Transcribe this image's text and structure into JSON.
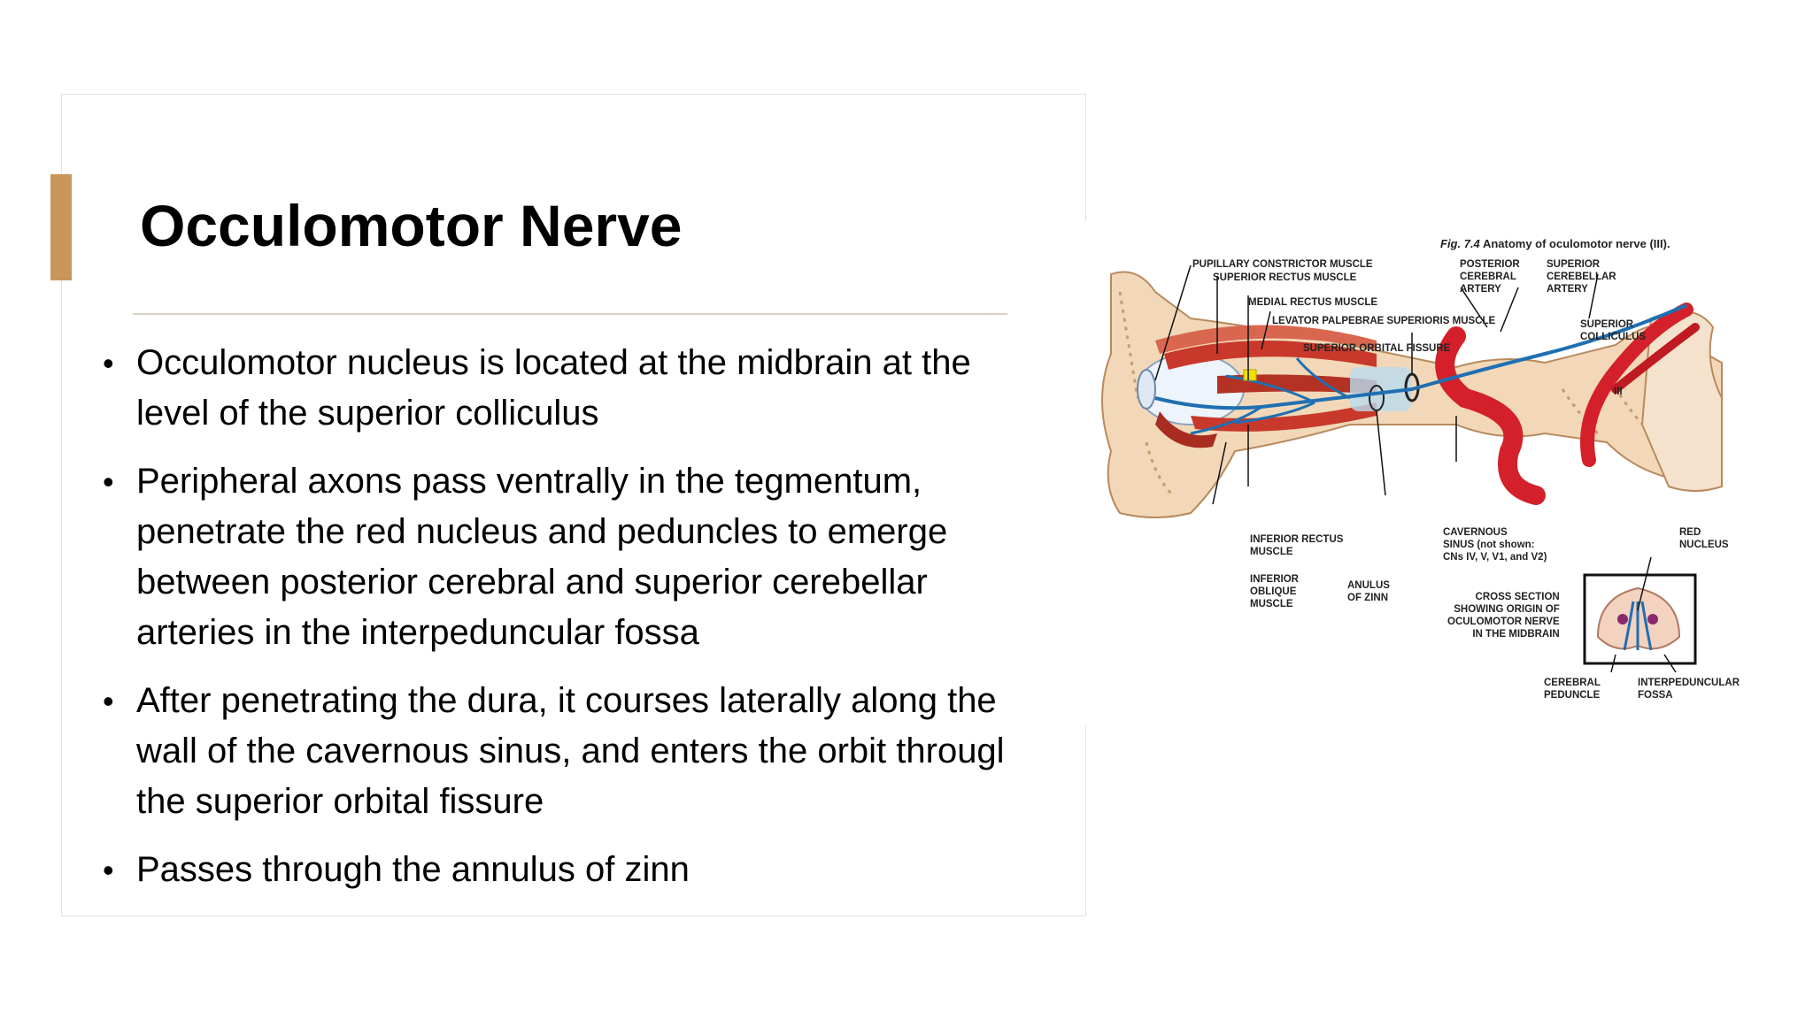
{
  "slide": {
    "title": "Occulomotor Nerve",
    "accent_color": "#c9965a",
    "bullets": [
      [
        "Occulomotor nucleus is located at the midbrain at the",
        "level of the superior colliculus"
      ],
      [
        "Peripheral axons pass ventrally in the tegmentum,",
        "penetrate the red nucleus and peduncles to emerge",
        "between posterior cerebral and superior cerebellar",
        "arteries in the interpeduncular fossa"
      ],
      [
        "After penetrating the dura, it courses laterally along the",
        "wall of the cavernous sinus, and enters the orbit througl",
        "the superior orbital fissure"
      ],
      [
        "Passes through the annulus of zinn"
      ]
    ]
  },
  "figure": {
    "caption_num": "Fig. 7.4",
    "caption_text": "Anatomy of oculomotor nerve (III).",
    "labels": {
      "pupillary": "PUPILLARY CONSTRICTOR MUSCLE",
      "sup_rectus": "SUPERIOR RECTUS MUSCLE",
      "medial_rectus": "MEDIAL RECTUS MUSCLE",
      "levator": "LEVATOR PALPEBRAE SUPERIORIS MUSCLE",
      "sup_orbital": "SUPERIOR ORBITAL FISSURE",
      "post_cerebral": "POSTERIOR\nCEREBRAL\nARTERY",
      "sup_cerebellar": "SUPERIOR\nCEREBELLAR\nARTERY",
      "sup_colliculus": "SUPERIOR\nCOLLICULUS",
      "nerve_num": "III",
      "inf_rectus": "INFERIOR RECTUS\nMUSCLE",
      "inf_oblique": "INFERIOR\nOBLIQUE\nMUSCLE",
      "anulus": "ANULUS\nOF ZINN",
      "cavernous": "CAVERNOUS\nSINUS (not shown:\nCNs IV, V, V1, and V2)",
      "red_nucleus": "RED\nNUCLEUS",
      "cross_section": "CROSS SECTION\nSHOWING ORIGIN OF\nOCULOMOTOR NERVE\nIN THE MIDBRAIN",
      "cerebral_peduncle": "CEREBRAL\nPEDUNCLE",
      "interpeduncular": "INTERPEDUNCULAR\nFOSSA"
    },
    "colors": {
      "bone": "#f2d8b8",
      "muscle": "#c8392b",
      "artery": "#d4202a",
      "nerve": "#1f6fb2",
      "sinus": "#b9dcef"
    }
  }
}
